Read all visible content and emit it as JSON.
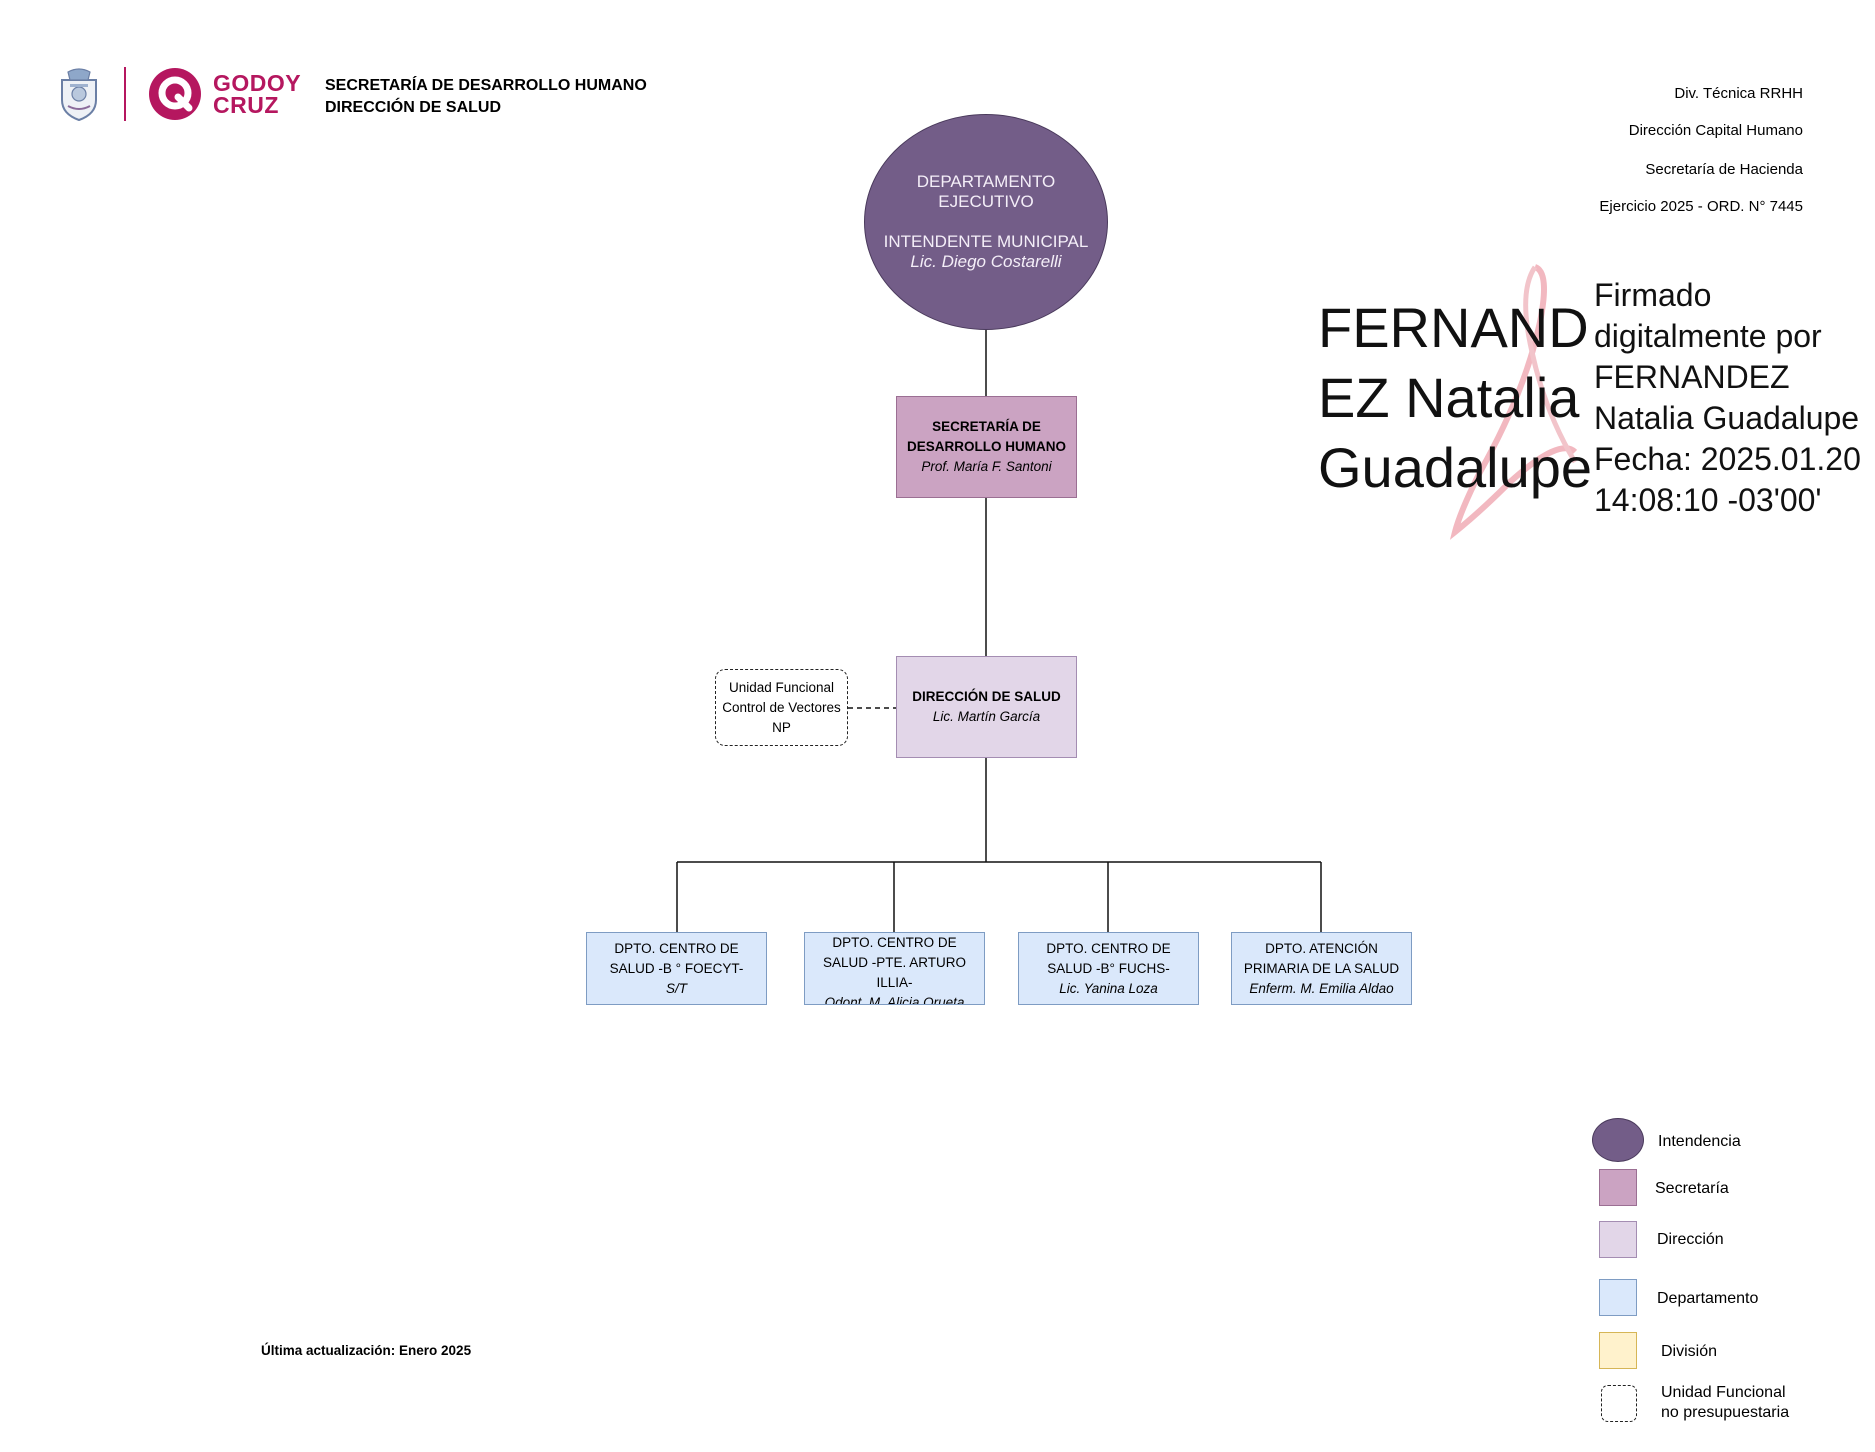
{
  "header": {
    "brand_lines": [
      "GODOY",
      "CRUZ"
    ],
    "org_lines": [
      "SECRETARÍA DE DESARROLLO HUMANO",
      "DIRECCIÓN DE SALUD"
    ],
    "meta_lines": [
      "Div. Técnica RRHH",
      "Dirección Capital Humano",
      "Secretaría de Hacienda",
      "Ejercicio 2025 - ORD. N° 7445"
    ]
  },
  "signature": {
    "name_lines": [
      "FERNAND",
      "EZ Natalia",
      "Guadalupe"
    ],
    "detail_lines": [
      "Firmado",
      "digitalmente por",
      "FERNANDEZ",
      "Natalia Guadalupe",
      "Fecha: 2025.01.20",
      "14:08:10 -03'00'"
    ]
  },
  "chart": {
    "executive": {
      "title_lines": [
        "DEPARTAMENTO",
        "EJECUTIVO"
      ],
      "role": "INTENDENTE MUNICIPAL",
      "person": "Lic. Diego Costarelli"
    },
    "secretariat": {
      "title_lines": [
        "SECRETARÍA DE",
        "DESARROLLO HUMANO"
      ],
      "person": "Prof. María F. Santoni"
    },
    "directorate": {
      "title": "DIRECCIÓN DE SALUD",
      "person": "Lic. Martín García"
    },
    "functional_unit": {
      "lines": [
        "Unidad Funcional",
        "Control de Vectores",
        "NP"
      ]
    },
    "departments": [
      {
        "title_lines": [
          "DPTO. CENTRO DE",
          "SALUD -B ° FOECYT-"
        ],
        "person": "S/T"
      },
      {
        "title_lines": [
          "DPTO. CENTRO DE",
          "SALUD -PTE. ARTURO",
          "ILLIA-"
        ],
        "person": "Odont. M. Alicia Orueta"
      },
      {
        "title_lines": [
          "DPTO. CENTRO DE",
          "SALUD -B° FUCHS-"
        ],
        "person": "Lic. Yanina Loza"
      },
      {
        "title_lines": [
          "DPTO. ATENCIÓN",
          "PRIMARIA DE LA SALUD"
        ],
        "person": "Enferm. M. Emilia Aldao"
      }
    ]
  },
  "legend": {
    "items": [
      {
        "label": "Intendencia",
        "color": "#735d88"
      },
      {
        "label": "Secretaría",
        "color": "#cba3c2"
      },
      {
        "label": "Dirección",
        "color": "#e2d6e8"
      },
      {
        "label": "Departamento",
        "color": "#dae8fb"
      },
      {
        "label": "División",
        "color": "#fff2cc"
      },
      {
        "label_lines": [
          "Unidad Funcional",
          "no presupuestaria"
        ]
      }
    ]
  },
  "footer": {
    "last_update": "Última actualización: Enero 2025"
  },
  "colors": {
    "brand": "#b5175f",
    "intendencia": "#735d88",
    "secretaria": "#cba3c2",
    "direccion": "#e2d6e8",
    "departamento": "#dae8fb",
    "division": "#fff2cc"
  }
}
